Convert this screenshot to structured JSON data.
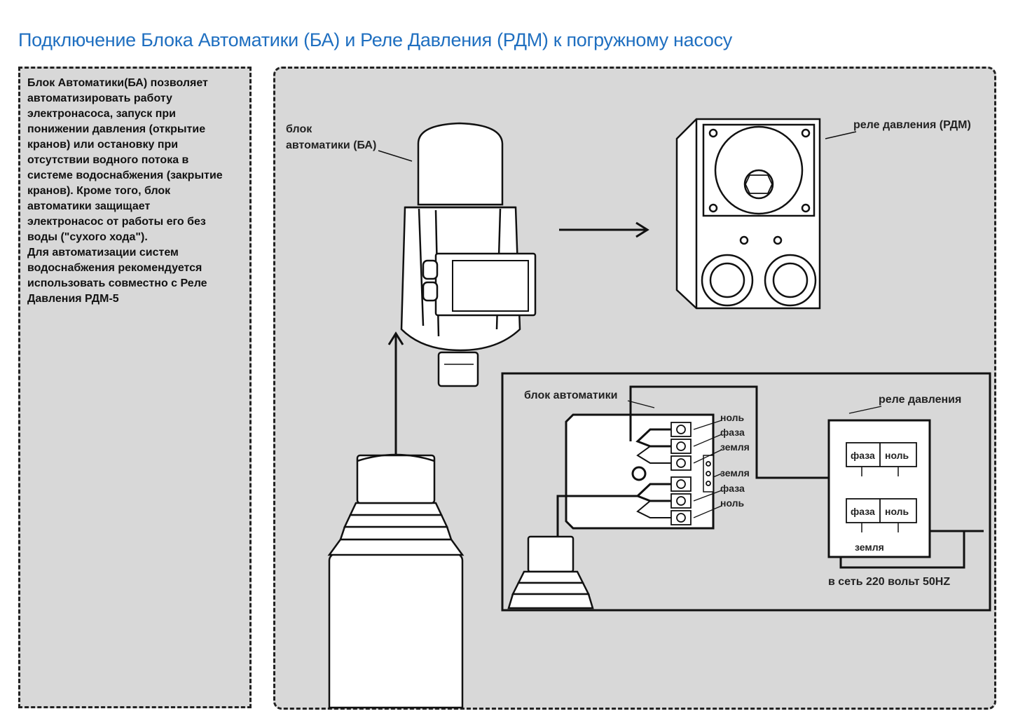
{
  "title": "Подключение Блока Автоматики (БА) и Реле Давления (РДМ) к погружному насосу",
  "description": {
    "lines": [
      "Блок Автоматики(БА)  позволяет",
      "автоматизировать работу",
      "электронасоса, запуск при",
      "понижении давления (открытие",
      "кранов) или остановку при",
      "отсутствии водного потока в",
      "системе водоснабжения (закрытие",
      "кранов). Кроме того, блок",
      "автоматики  защищает",
      "электронасос от работы его без",
      "воды (\"сухого хода\").",
      "Для автоматизации систем",
      "водоснабжения рекомендуется",
      "использовать совместно с Реле",
      "Давления РДМ-5"
    ]
  },
  "labels": {
    "ba_line1": "блок",
    "ba_line2": "автоматики (БА)",
    "rdm": "реле давления (РДМ)",
    "wiring_ba": "блок автоматики",
    "wiring_relay": "реле давления",
    "term_nol_1": "ноль",
    "term_faza_1": "фаза",
    "term_zemlya_1": "земля",
    "term_zemlya_2": "земля",
    "term_faza_2": "фаза",
    "term_nol_2": "ноль",
    "relay_faza_1": "фаза",
    "relay_nol_1": "ноль",
    "relay_faza_2": "фаза",
    "relay_nol_2": "ноль",
    "relay_zemlya": "земля",
    "mains": "в сеть 220 вольт 50HZ"
  },
  "colors": {
    "title": "#1f6fc0",
    "panel": "#d8d8d8"
  }
}
